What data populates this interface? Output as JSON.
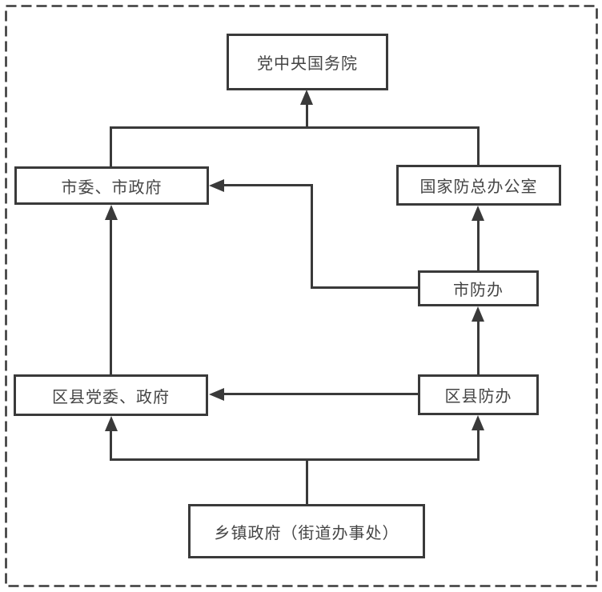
{
  "diagram": {
    "nodes": [
      {
        "id": "party-central-state-council",
        "label": "党中央国务院"
      },
      {
        "id": "municipal-committee-government",
        "label": "市委、市政府"
      },
      {
        "id": "national-flood-control-hq-office",
        "label": "国家防总办公室"
      },
      {
        "id": "municipal-flood-control-office",
        "label": "市防办"
      },
      {
        "id": "district-county-party-committee-government",
        "label": "区县党委、政府"
      },
      {
        "id": "district-county-flood-control-office",
        "label": "区县防办"
      },
      {
        "id": "township-government-street-office",
        "label": "乡镇政府（街道办事处）"
      }
    ],
    "edges": [
      {
        "from": "municipal-committee-government",
        "to": "party-central-state-council",
        "style": "merged-up-arrow"
      },
      {
        "from": "national-flood-control-hq-office",
        "to": "party-central-state-council",
        "style": "merged-up-arrow"
      },
      {
        "from": "municipal-flood-control-office",
        "to": "municipal-committee-government",
        "style": "elbow-left-arrow"
      },
      {
        "from": "municipal-flood-control-office",
        "to": "national-flood-control-hq-office",
        "style": "straight-up-arrow"
      },
      {
        "from": "district-county-flood-control-office",
        "to": "municipal-flood-control-office",
        "style": "straight-up-arrow"
      },
      {
        "from": "district-county-flood-control-office",
        "to": "district-county-party-committee-government",
        "style": "straight-left-arrow"
      },
      {
        "from": "district-county-party-committee-government",
        "to": "municipal-committee-government",
        "style": "straight-up-arrow"
      },
      {
        "from": "township-government-street-office",
        "to": "district-county-party-committee-government",
        "style": "merged-up-arrow"
      },
      {
        "from": "township-government-street-office",
        "to": "district-county-flood-control-office",
        "style": "merged-up-arrow"
      }
    ]
  },
  "theme": {
    "background": "#ffffff",
    "line_color": "#3a3a3a",
    "text_color": "#454545"
  }
}
